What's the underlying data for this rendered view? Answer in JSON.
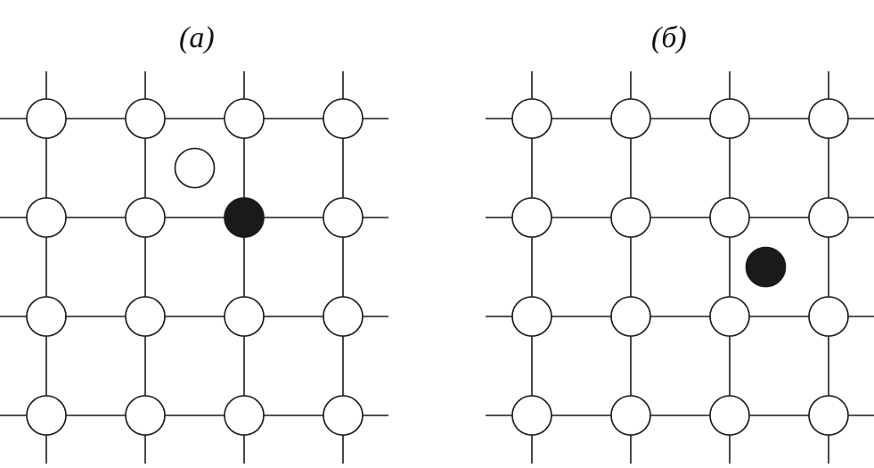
{
  "panels": [
    {
      "label": "(a)",
      "rows": 4,
      "cols": 4,
      "vacancy_site": null,
      "dark_site": {
        "row": 1,
        "col": 2
      },
      "interstitial_open": {
        "row": 0.5,
        "col": 1.5
      },
      "interstitial_dark": null
    },
    {
      "label": "(б)",
      "rows": 4,
      "cols": 4,
      "vacancy_site": null,
      "dark_site": null,
      "interstitial_open": null,
      "interstitial_dark": {
        "row": 1.5,
        "col": 2.5
      }
    }
  ],
  "colors": {
    "line": "#1a1a1a",
    "atom_fill": "#ffffff",
    "dark_atom_fill": "#1a1a1a"
  }
}
